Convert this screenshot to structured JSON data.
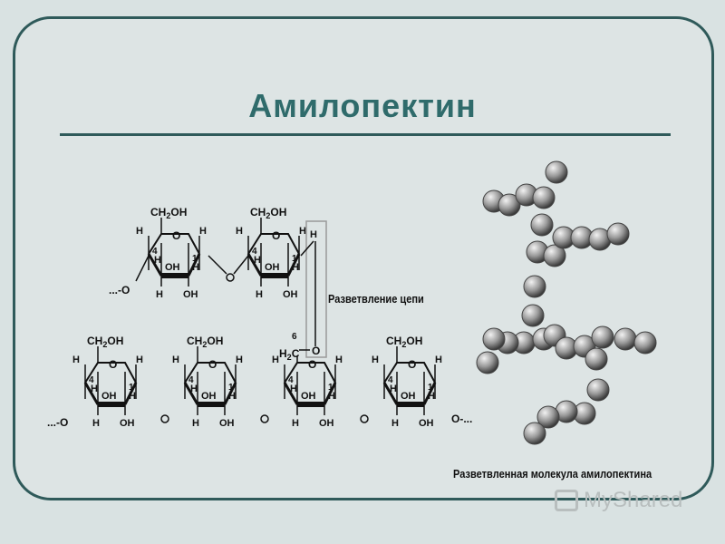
{
  "title": "Амилопектин",
  "labels": {
    "branching": "Разветвление цепи",
    "branched_molecule": "Разветвленная молекула амилопектина"
  },
  "watermark": "MyShared",
  "chem": {
    "ch2oh_a": "CH",
    "ch2oh_b": "2",
    "ch2oh_c": "OH",
    "h": "H",
    "o": "O",
    "oh": "OH",
    "one": "1",
    "four": "4",
    "six": "6",
    "chain_left": "...-O",
    "chain_right": "O-...",
    "h2c": "H"
  },
  "colors": {
    "border": "#2f5a5a",
    "title": "#2f6b6b",
    "sphere": "#8a8a8a"
  }
}
